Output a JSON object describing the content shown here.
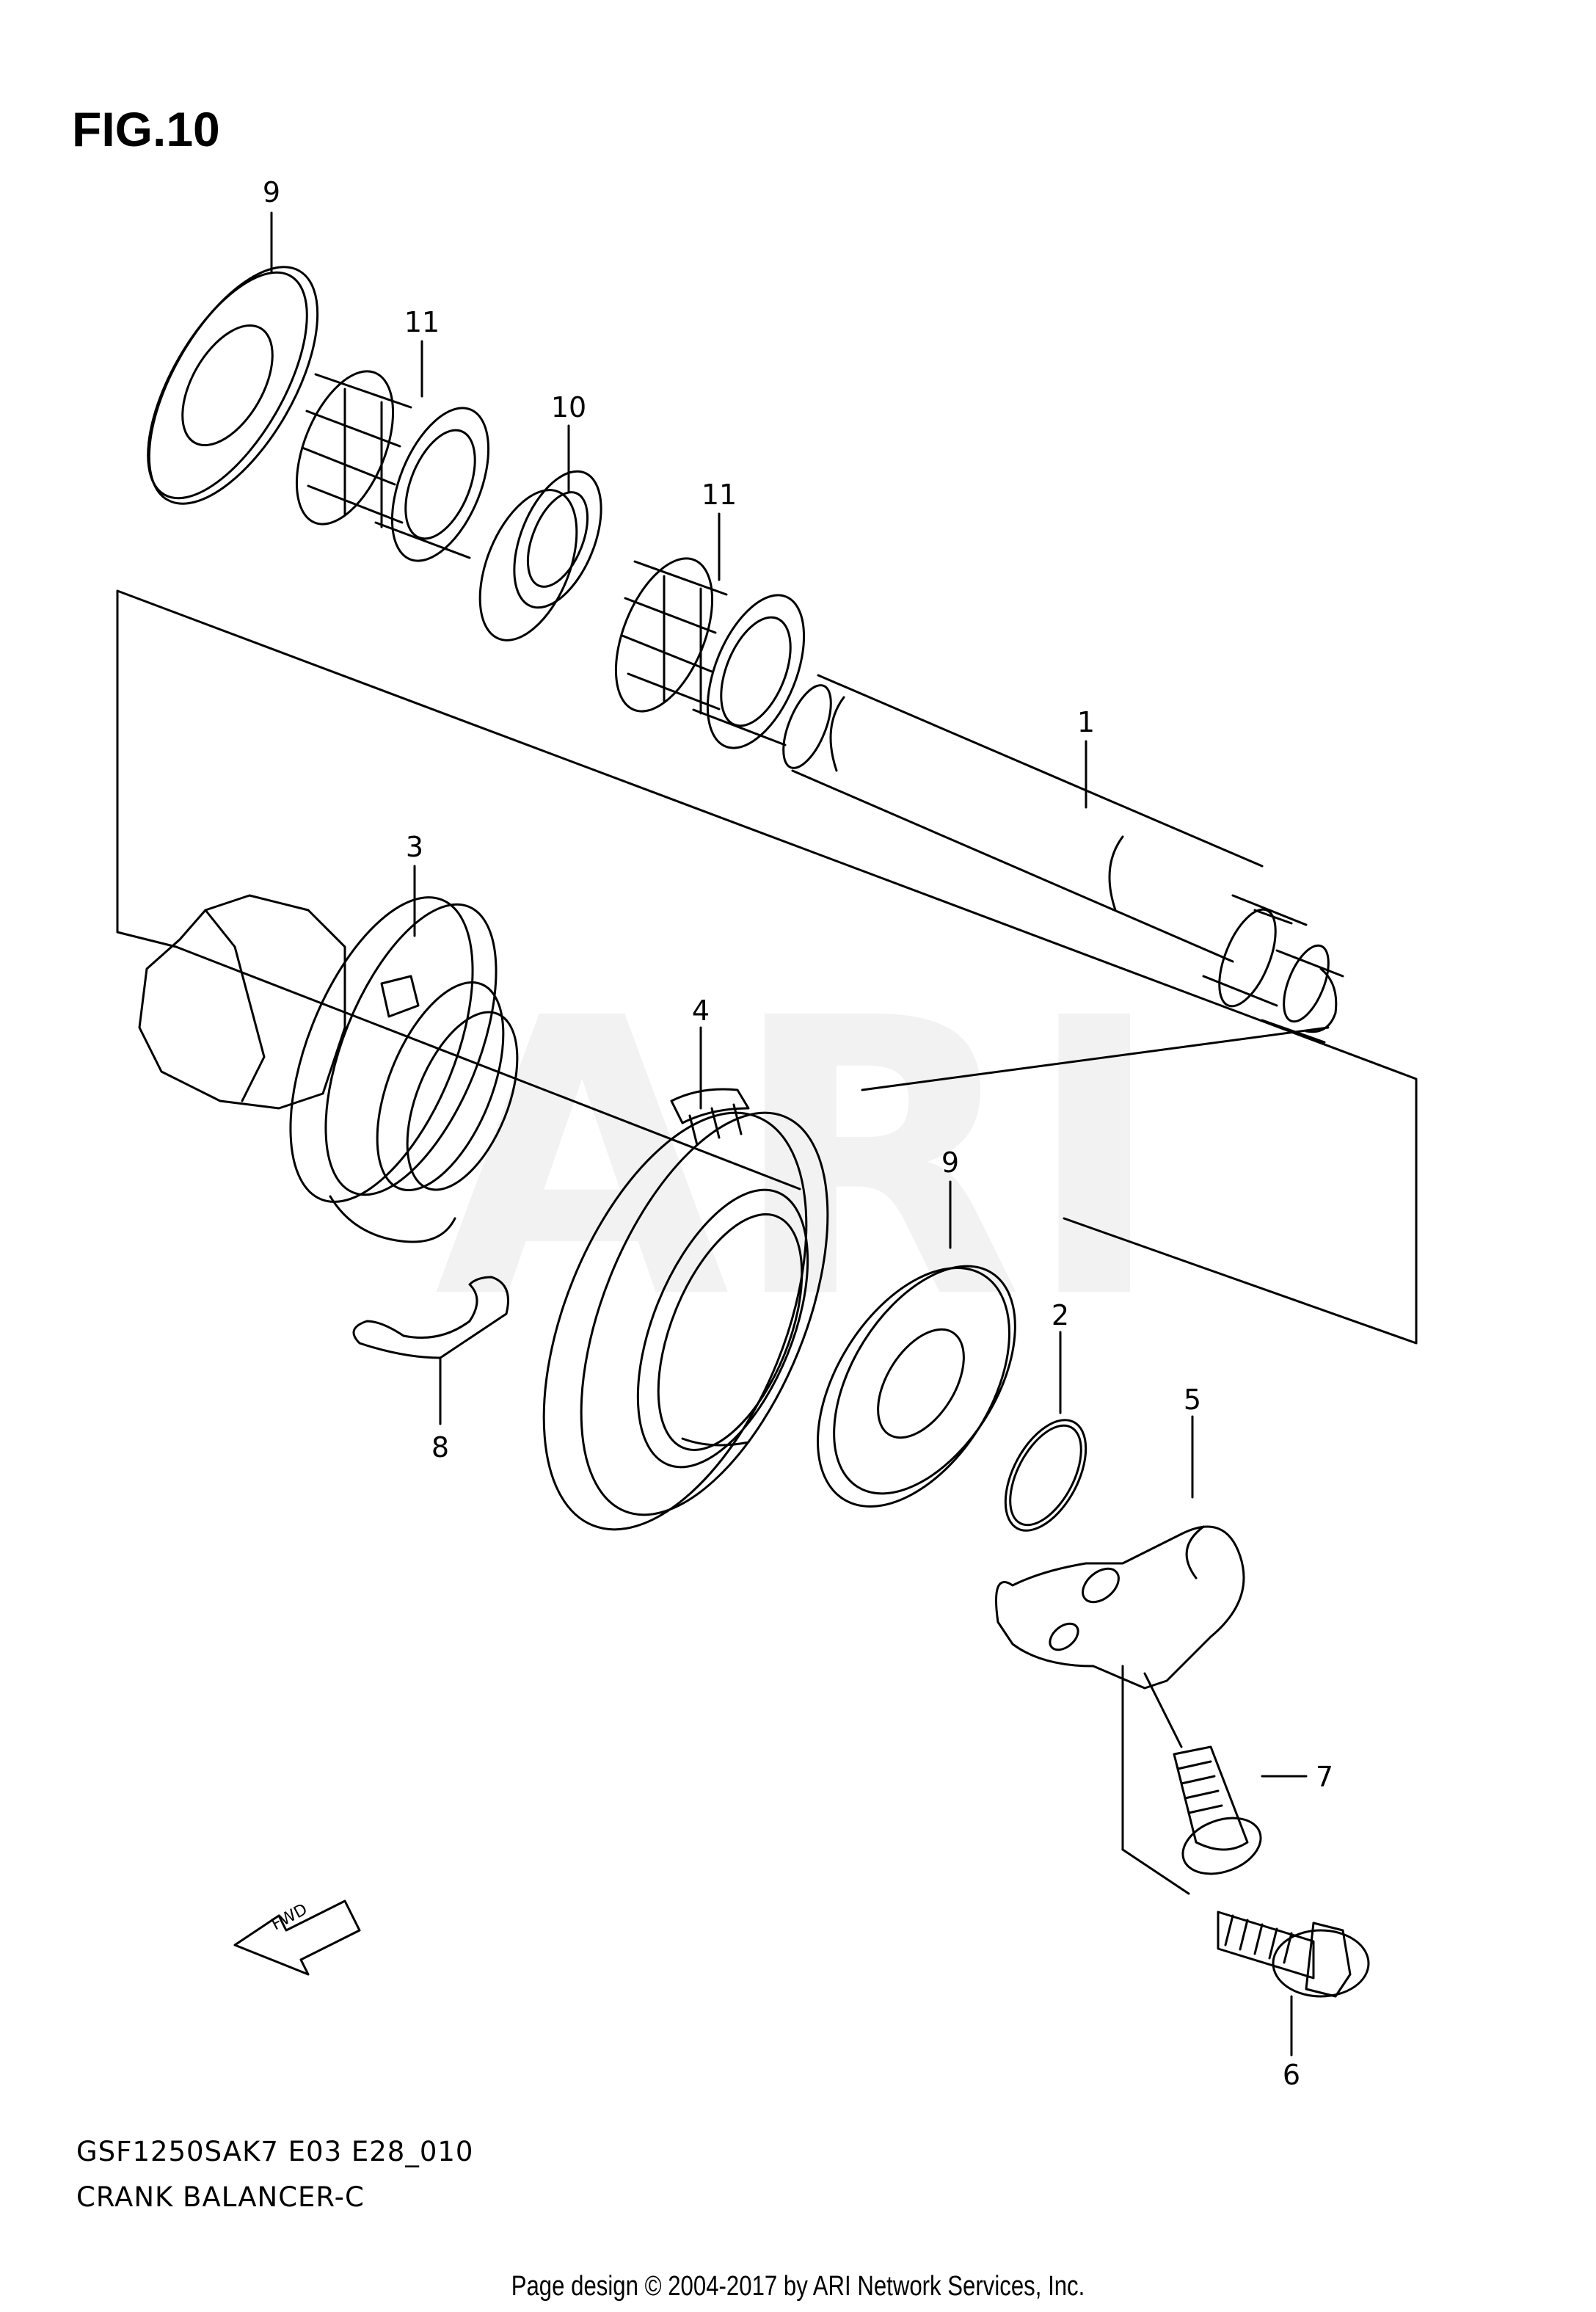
{
  "figure": {
    "title": "FIG.10"
  },
  "watermark": "ARI",
  "parts": [
    {
      "key": "shaft",
      "number": "1"
    },
    {
      "key": "o_ring",
      "number": "2"
    },
    {
      "key": "housing",
      "number": "3"
    },
    {
      "key": "gear",
      "number": "4"
    },
    {
      "key": "lever",
      "number": "5"
    },
    {
      "key": "bolt_6",
      "number": "6"
    },
    {
      "key": "bolt_7",
      "number": "7"
    },
    {
      "key": "clip",
      "number": "8"
    },
    {
      "key": "washer_top",
      "number": "9"
    },
    {
      "key": "washer_mid",
      "number": "9"
    },
    {
      "key": "spacer",
      "number": "10"
    },
    {
      "key": "bearing_left",
      "number": "11"
    },
    {
      "key": "bearing_right",
      "number": "11"
    }
  ],
  "fwd_label": "FWD",
  "footer": {
    "model_code": "GSF1250SAK7 E03 E28_010",
    "diagram_name": "CRANK BALANCER-C",
    "copyright": "Page design © 2004-2017 by ARI Network Services, Inc."
  }
}
